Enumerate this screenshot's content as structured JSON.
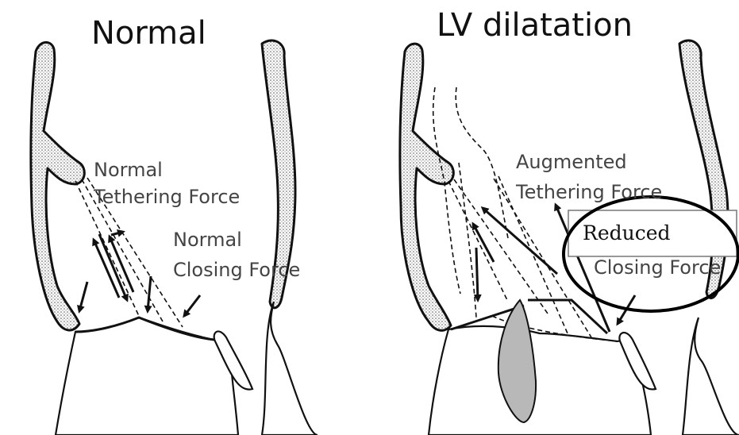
{
  "panels": {
    "left": {
      "title": "Normal",
      "tethering_label": [
        "Normal",
        "Tethering Force"
      ],
      "closing_label": [
        "Normal",
        "Closing Force"
      ]
    },
    "right": {
      "title": "LV dilatation",
      "tethering_label": [
        "Augmented",
        "Tethering Force"
      ],
      "closing_label": "Closing Force",
      "callout_box_text": "Reduced"
    }
  },
  "colors": {
    "line": "#111111",
    "jet": "#b8b8b8",
    "label": "#444444"
  }
}
